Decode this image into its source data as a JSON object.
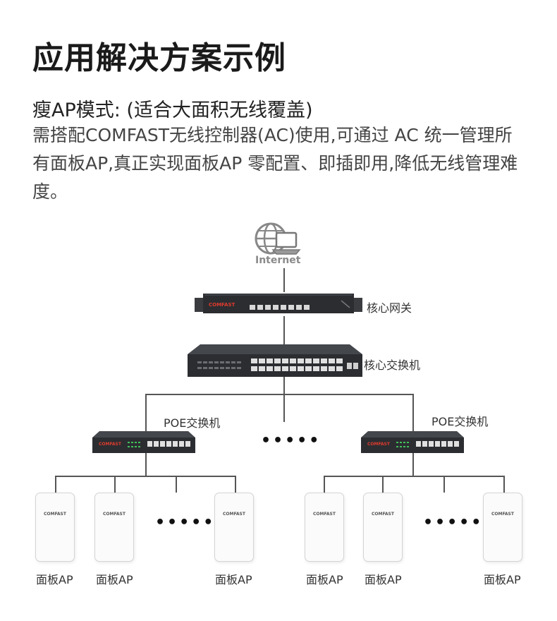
{
  "header": {
    "title": "应用解决方案示例",
    "subtitle": "瘦AP模式: (适合大面积无线覆盖)",
    "description": "需搭配COMFAST无线控制器(AC)使用,可通过 AC 统一管理所有面板AP,真正实现面板AP 零配置、即插即用,降低无线管理难度。"
  },
  "diagram": {
    "internet_label": "Internet",
    "gateway_label": "核心网关",
    "core_switch_label": "核心交换机",
    "poe_left_label": "POE交换机",
    "poe_right_label": "POE交换机",
    "brand_logo": "COMFAST",
    "ellipsis": "•••••",
    "ap_labels": [
      "面板AP",
      "面板AP",
      "面板AP",
      "面板AP",
      "面板AP",
      "面板AP"
    ]
  },
  "colors": {
    "device_dark": "#2b2d31",
    "brand_red": "#e23b2e",
    "led_green": "#43c05a"
  }
}
